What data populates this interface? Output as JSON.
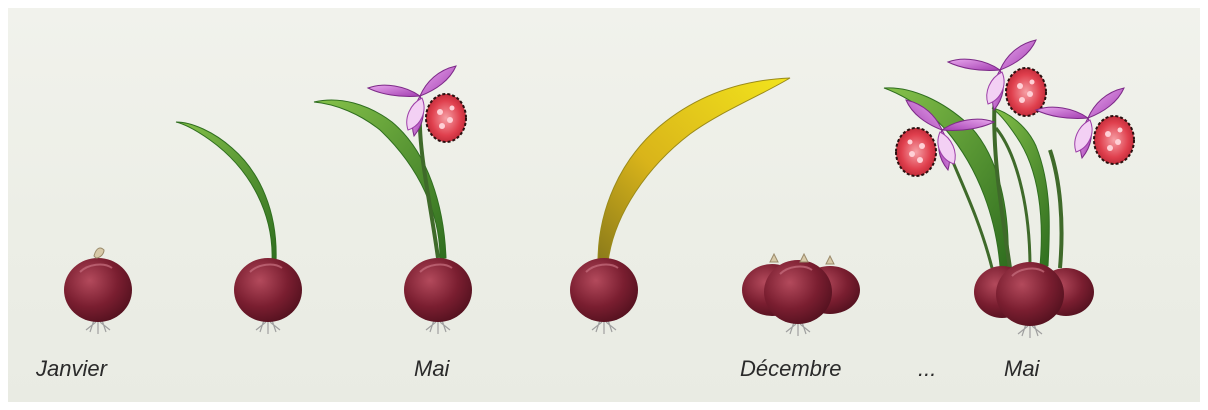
{
  "colors": {
    "background": "#eceee6",
    "bulb": "#7a1e30",
    "bulb_highlight": "#b34a5c",
    "leaf_green": "#4f9a2e",
    "leaf_yellow": "#e2c81a",
    "petal": "#c05ac8",
    "lip": "#e0404e"
  },
  "labels": {
    "janvier": "Janvier",
    "mai_1": "Mai",
    "decembre": "Décembre",
    "ellipsis": "...",
    "mai_2": "Mai"
  }
}
